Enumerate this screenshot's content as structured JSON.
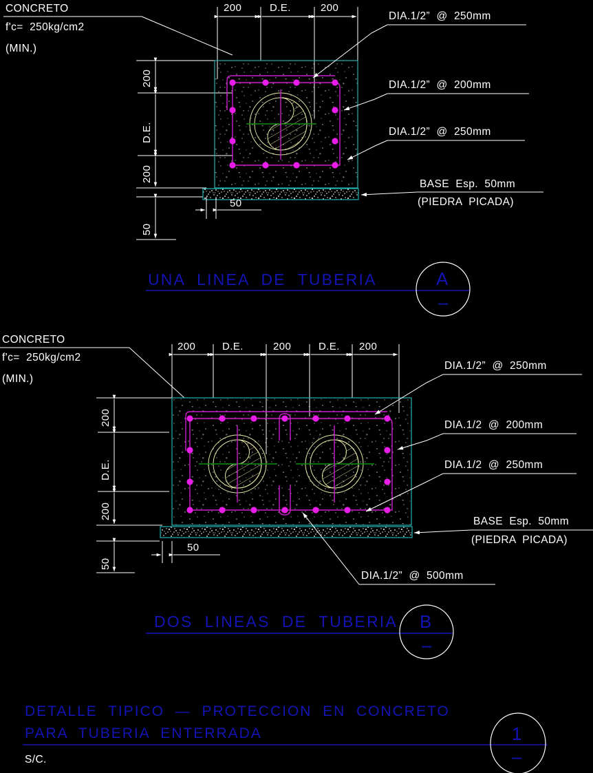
{
  "drawing": {
    "title_main_line1": "DETALLE  TIPICO  —  PROTECCION  EN  CONCRETO",
    "title_main_line2": "PARA  TUBERIA  ENTERRADA",
    "scale_note": "S/C.",
    "sheet_bubble": "1",
    "sheet_bubble_sub": "–",
    "colors": {
      "background": "#000000",
      "concrete_outline": "#26b0b0",
      "rebar_cage": "#cc1ecc",
      "rebar_dot": "#e81ee8",
      "pipe": "#e8e8a8",
      "centerline_green": "#0f8f18",
      "annotation": "#ffffff",
      "title_blue": "#1414b4"
    }
  },
  "detail_a": {
    "title": "UNA  LINEA  DE  TUBERIA",
    "bubble": "A",
    "bubble_sub": "–",
    "concrete_note": {
      "line1": "CONCRETO",
      "line2": "f'c=  250kg/cm2",
      "line3": "(MIN.)"
    },
    "top_dims": [
      "200",
      "D.E.",
      "200"
    ],
    "left_dims": [
      "200",
      "D.E.",
      "200",
      "50"
    ],
    "base_dim": "50",
    "callouts": [
      "DIA.1/2”  @  250mm",
      "DIA.1/2”  @  200mm",
      "DIA.1/2”  @  250mm"
    ],
    "base_note": {
      "line1": "BASE  Esp.  50mm",
      "line2": "(PIEDRA  PICADA)"
    }
  },
  "detail_b": {
    "title": "DOS  LINEAS  DE  TUBERIA",
    "bubble": "B",
    "bubble_sub": "–",
    "concrete_note": {
      "line1": "CONCRETO",
      "line2": "f'c=  250kg/cm2",
      "line3": "(MIN.)"
    },
    "top_dims": [
      "200",
      "D.E.",
      "200",
      "D.E.",
      "200"
    ],
    "left_dims": [
      "200",
      "D.E.",
      "200",
      "50"
    ],
    "base_dim": "50",
    "callouts": [
      "DIA.1/2”  @  250mm",
      "DIA.1/2  @  200mm",
      "DIA.1/2  @  250mm"
    ],
    "tie_callout": "DIA.1/2”  @  500mm",
    "base_note": {
      "line1": "BASE  Esp.  50mm",
      "line2": "(PIEDRA  PICADA)"
    }
  }
}
